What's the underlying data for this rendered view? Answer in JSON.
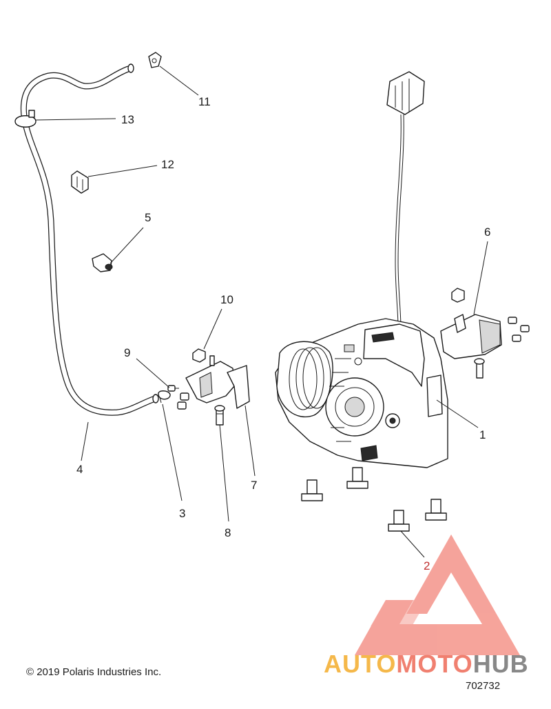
{
  "diagram": {
    "callouts": [
      {
        "id": "1",
        "label": "1"
      },
      {
        "id": "2",
        "label": "2"
      },
      {
        "id": "3",
        "label": "3"
      },
      {
        "id": "4",
        "label": "4"
      },
      {
        "id": "5",
        "label": "5"
      },
      {
        "id": "6",
        "label": "6"
      },
      {
        "id": "7",
        "label": "7"
      },
      {
        "id": "8",
        "label": "8"
      },
      {
        "id": "9",
        "label": "9"
      },
      {
        "id": "10",
        "label": "10"
      },
      {
        "id": "11",
        "label": "11"
      },
      {
        "id": "12",
        "label": "12"
      },
      {
        "id": "13",
        "label": "13"
      }
    ],
    "copyright": "© 2019 Polaris Industries Inc.",
    "document_number": "702732"
  },
  "watermark": {
    "text_part1": "AUTO",
    "text_part2": "MOTO",
    "text_part3": "HUB",
    "colors": {
      "triangle": "#f08070",
      "auto": "#f5b84a",
      "moto": "#f08070",
      "hub": "#888888"
    }
  }
}
